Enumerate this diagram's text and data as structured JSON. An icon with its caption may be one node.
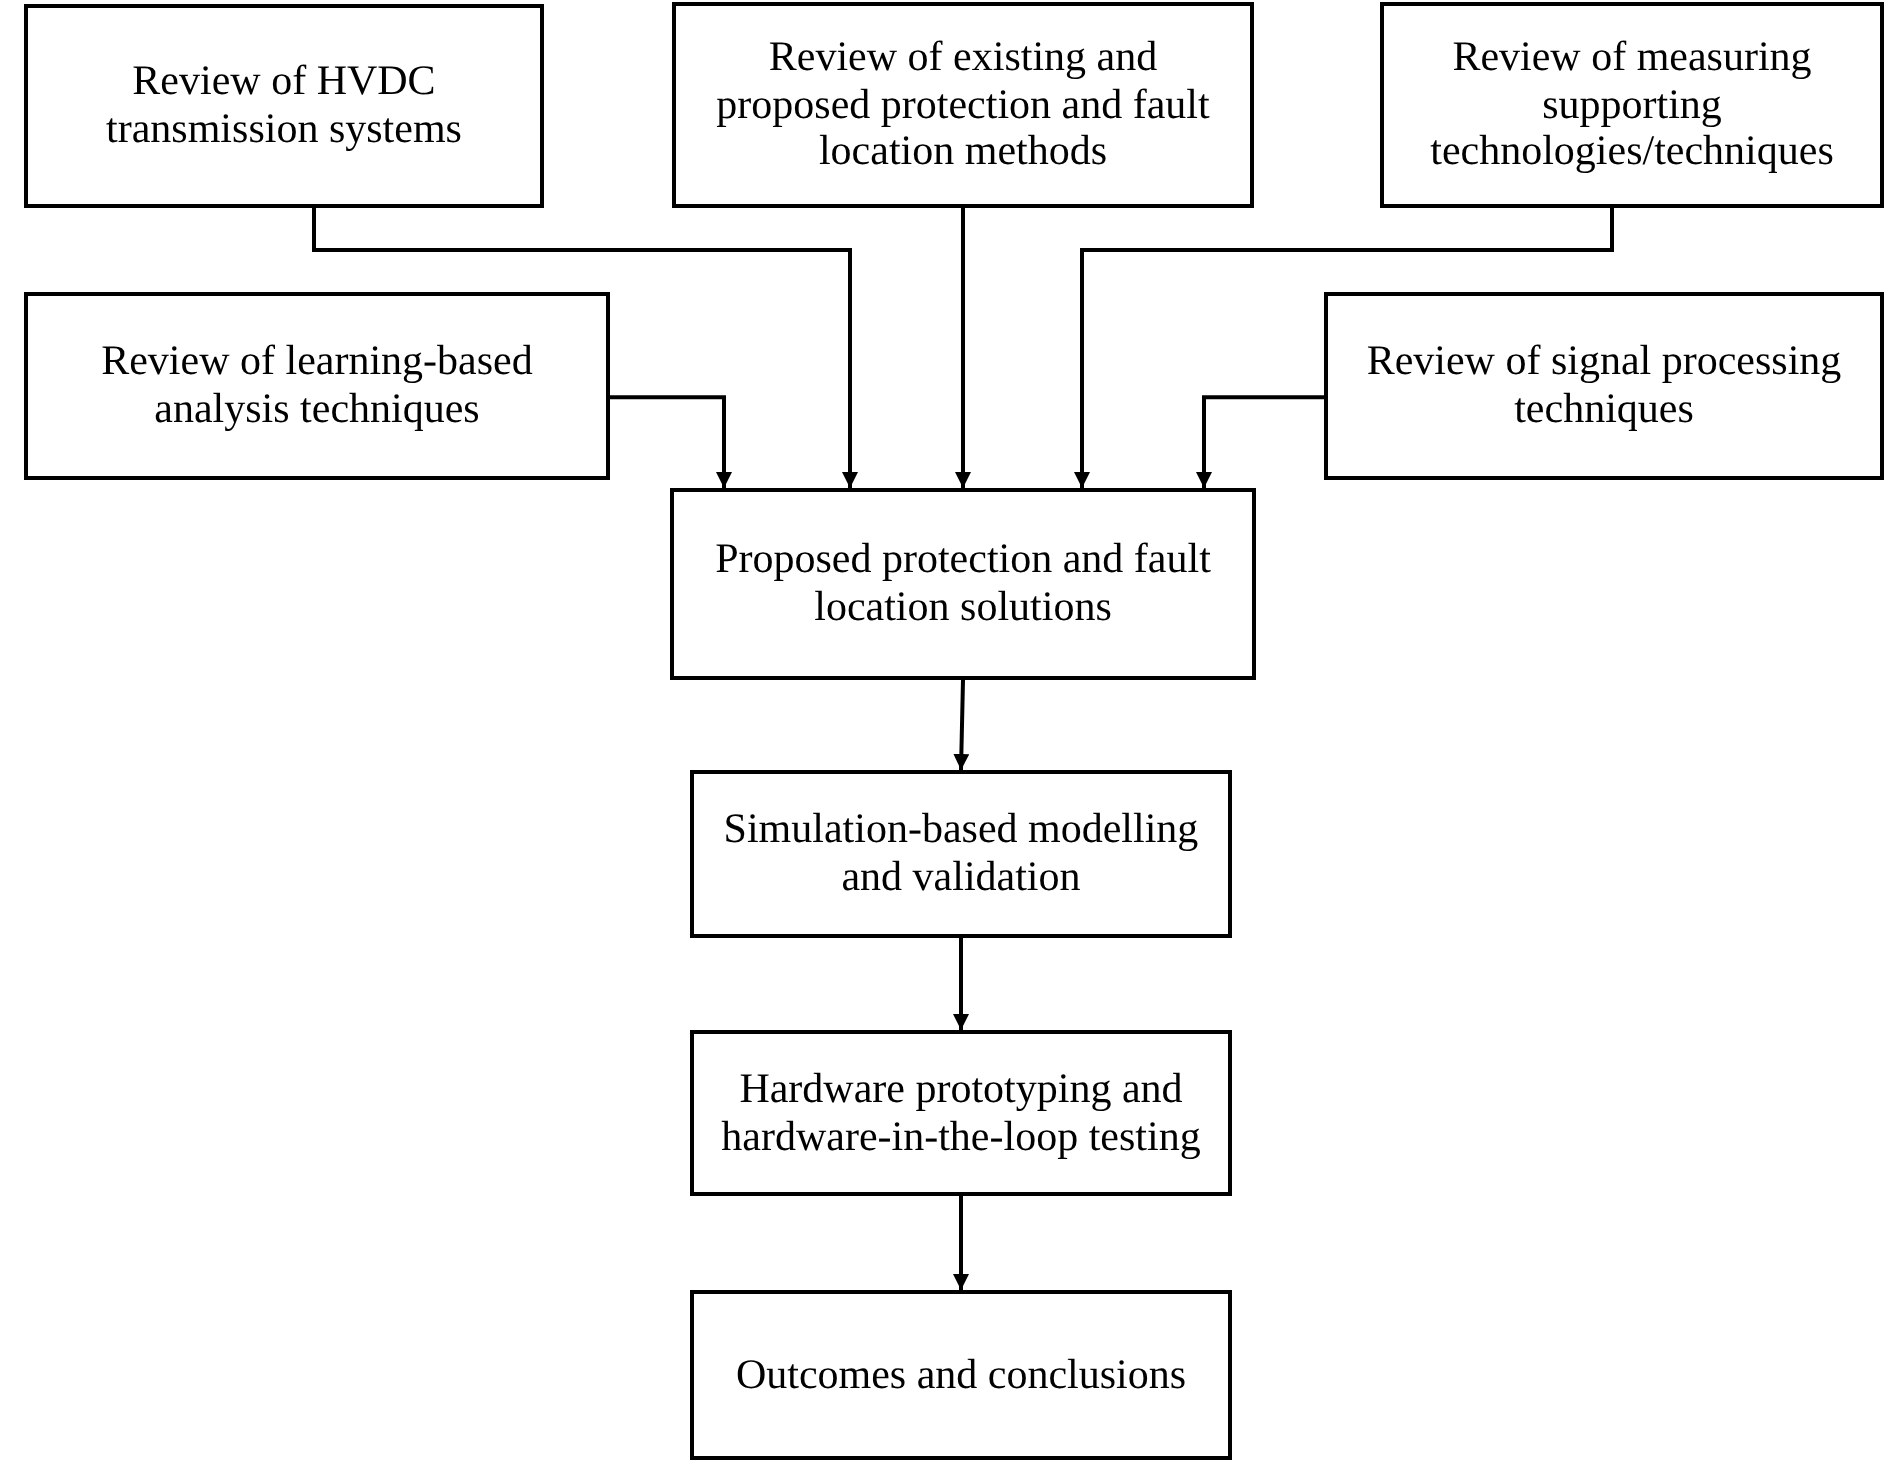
{
  "diagram": {
    "nodes": [
      {
        "text": [
          "Review of HVDC transmission systems"
        ]
      },
      {
        "text": [
          "Review of existing and proposed protection and fault location methods"
        ]
      },
      {
        "text": [
          "Review of measuring supporting technologies/techniques"
        ]
      },
      {
        "text": [
          "Review of learning-based analysis techniques"
        ]
      },
      {
        "text": [
          "Review of signal processing techniques"
        ]
      },
      {
        "text": [
          "Proposed protection and fault location solutions"
        ]
      },
      {
        "text": [
          "Simulation-based modelling and validation"
        ]
      },
      {
        "text": [
          "Hardware prototyping and hardware-in-the-loop testing"
        ]
      },
      {
        "text": [
          "Outcomes and conclusions"
        ]
      }
    ],
    "edges": [
      {
        "from": 0,
        "to": 5,
        "arrow": "to"
      },
      {
        "from": 1,
        "to": 5,
        "arrow": "to"
      },
      {
        "from": 2,
        "to": 5,
        "arrow": "to"
      },
      {
        "from": 3,
        "to": 5,
        "arrow": "to"
      },
      {
        "from": 4,
        "to": 5,
        "arrow": "to"
      },
      {
        "from": 5,
        "to": 6,
        "arrow": "to"
      },
      {
        "from": 6,
        "to": 7,
        "arrow": "to"
      },
      {
        "from": 7,
        "to": 8,
        "arrow": "to"
      }
    ]
  }
}
